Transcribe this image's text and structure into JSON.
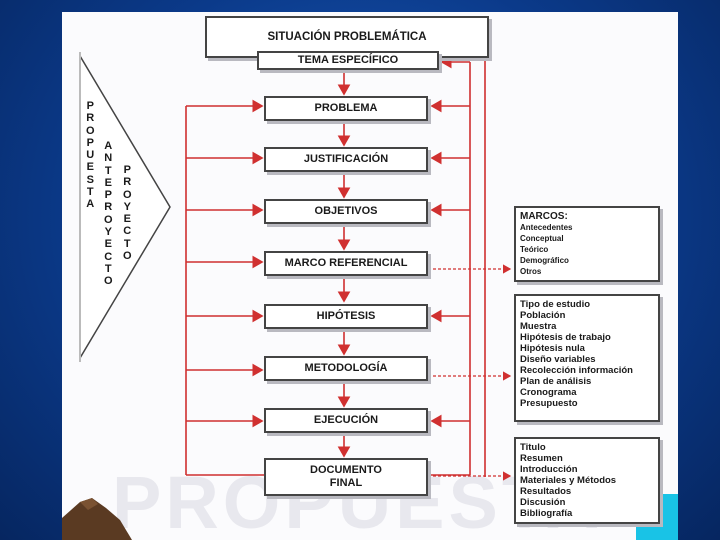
{
  "header": {
    "title": "SITUACIÓN PROBLEMÁTICA",
    "subtitle": "TEMA ESPECÍFICO"
  },
  "side": {
    "propuesta": [
      "P",
      "R",
      "O",
      "P",
      "U",
      "E",
      "S",
      "T",
      "A"
    ],
    "anteproyecto": [
      "A",
      "N",
      "T",
      "E",
      "P",
      "R",
      "O",
      "Y",
      "E",
      "C",
      "T",
      "O"
    ],
    "proyecto": [
      "P",
      "R",
      "O",
      "Y",
      "E",
      "C",
      "T",
      "O"
    ]
  },
  "steps": [
    "PROBLEMA",
    "JUSTIFICACIÓN",
    "OBJETIVOS",
    "MARCO REFERENCIAL",
    "HIPÓTESIS",
    "METODOLOGÍA",
    "EJECUCIÓN",
    "DOCUMENTO",
    "FINAL"
  ],
  "marcos": {
    "title": "MARCOS:",
    "items": [
      "Antecedentes",
      "Conceptual",
      "Teórico",
      "Demográfico",
      "Otros"
    ]
  },
  "metodologia_items": [
    "Tipo de estudio",
    "Población",
    "Muestra",
    "Hipótesis de trabajo",
    "Hipótesis nula",
    "Diseño variables",
    "Recolección información",
    "Plan de análisis",
    "Cronograma",
    "Presupuesto"
  ],
  "documento_items": [
    "Titulo",
    "Resumen",
    "Introducción",
    "Materiales y Métodos",
    "Resultados",
    "Discusión",
    "Bibliografía"
  ],
  "watermark": "PROPUESTA",
  "colors": {
    "arrow": "#d03030",
    "box_border": "#444444",
    "background": "#0b3a8a"
  }
}
